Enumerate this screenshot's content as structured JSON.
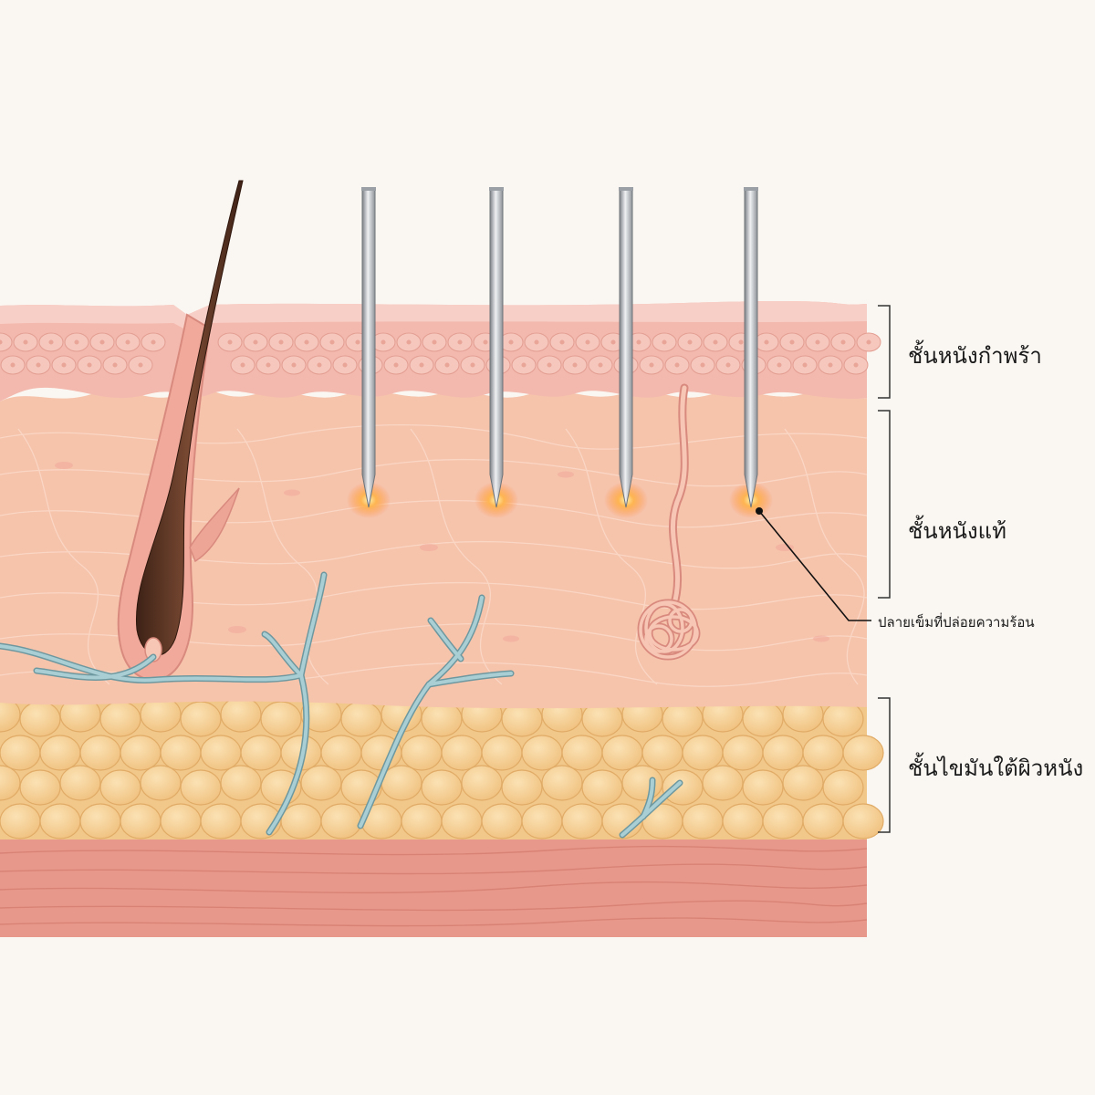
{
  "layers": {
    "epidermis": {
      "label": "ชั้นหนังกำพร้า"
    },
    "dermis": {
      "label": "ชั้นหนังแท้"
    },
    "subcutaneous": {
      "label": "ชั้นไขมันใต้ผิวหนัง"
    }
  },
  "callout": {
    "label": "ปลายเข็มที่ปล่อยความร้อน"
  },
  "colors": {
    "background": "#faf7f2",
    "epidermis": "#f3b9ae",
    "dermis": "#f6c3ab",
    "fat": "#f5cf94",
    "muscle": "#e8988a",
    "hair": "#5a3322",
    "vessel": "#8fb8bf",
    "needle": "#b8bcc2",
    "heat_glow": "#ffb347"
  },
  "icons": {
    "needles": [
      "needle-icon",
      "needle-icon",
      "needle-icon",
      "needle-icon"
    ],
    "hair_follicle": "hair-follicle-icon",
    "sweat_gland": "sweat-gland-icon",
    "blood_vessels": "blood-vessel-icon",
    "fat_cells": "fat-cell-icon"
  }
}
